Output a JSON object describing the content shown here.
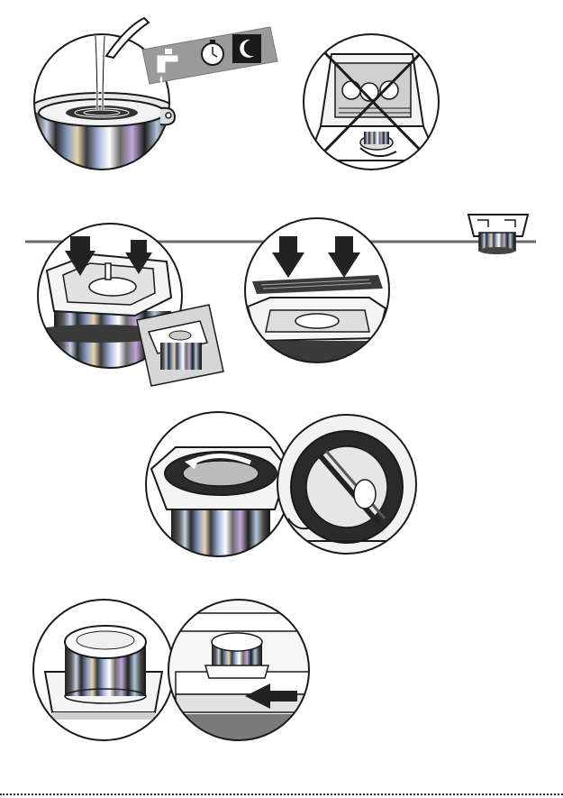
{
  "document": {
    "type": "instruction-illustration-sheet",
    "panels": [
      {
        "id": "rinse",
        "icons": [
          "faucet-icon",
          "stopwatch-icon",
          "moon-icon"
        ]
      },
      {
        "id": "no-dishwasher",
        "icons": [
          "cross-icon",
          "dishwasher-icon"
        ]
      },
      {
        "id": "press-clip"
      },
      {
        "id": "insert-filter"
      },
      {
        "id": "rotate-lock"
      },
      {
        "id": "store-in-fridge"
      }
    ],
    "colors": {
      "line": "#1a1a1a",
      "paper": "#ffffff",
      "grey": "#8a8a8a",
      "dark": "#2a2a2a",
      "dark_arrow": "#222222"
    }
  }
}
